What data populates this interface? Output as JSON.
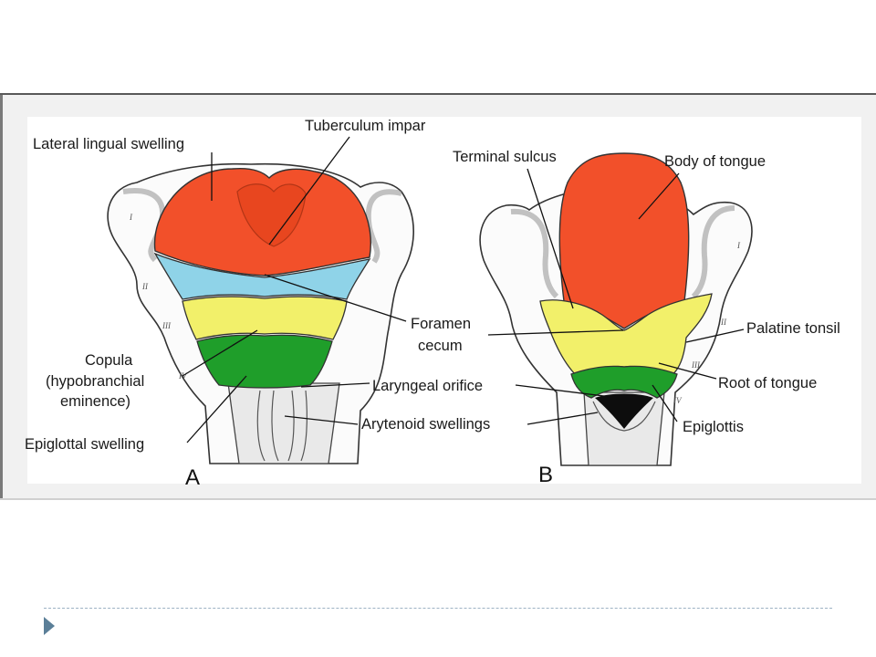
{
  "figure": {
    "panels": [
      {
        "letter": "A",
        "labels": {
          "lateral_lingual_swelling": "Lateral lingual swelling",
          "tuberculum_impar": "Tuberculum impar",
          "foramen": "Foramen",
          "cecum": "cecum",
          "copula": "Copula",
          "hypobranchial": "(hypobranchial",
          "eminence": "eminence)",
          "epiglottal_swelling": "Epiglottal swelling",
          "laryngeal_orifice": "Laryngeal orifice",
          "arytenoid_swellings": "Arytenoid swellings"
        },
        "arch_numerals": [
          "I",
          "II",
          "III",
          "IV"
        ]
      },
      {
        "letter": "B",
        "labels": {
          "terminal_sulcus": "Terminal sulcus",
          "body_of_tongue": "Body of tongue",
          "palatine_tonsil": "Palatine tonsil",
          "root_of_tongue": "Root of tongue",
          "epiglottis": "Epiglottis"
        },
        "arch_numerals": [
          "I",
          "II",
          "III",
          "IV"
        ]
      }
    ],
    "colors": {
      "first_arch": "#f2502a",
      "second_arch": "#8fd3e8",
      "third_arch": "#f2f06a",
      "fourth_arch": "#1f9e2a",
      "tissue": "#ffffff",
      "outline": "#333333"
    }
  }
}
